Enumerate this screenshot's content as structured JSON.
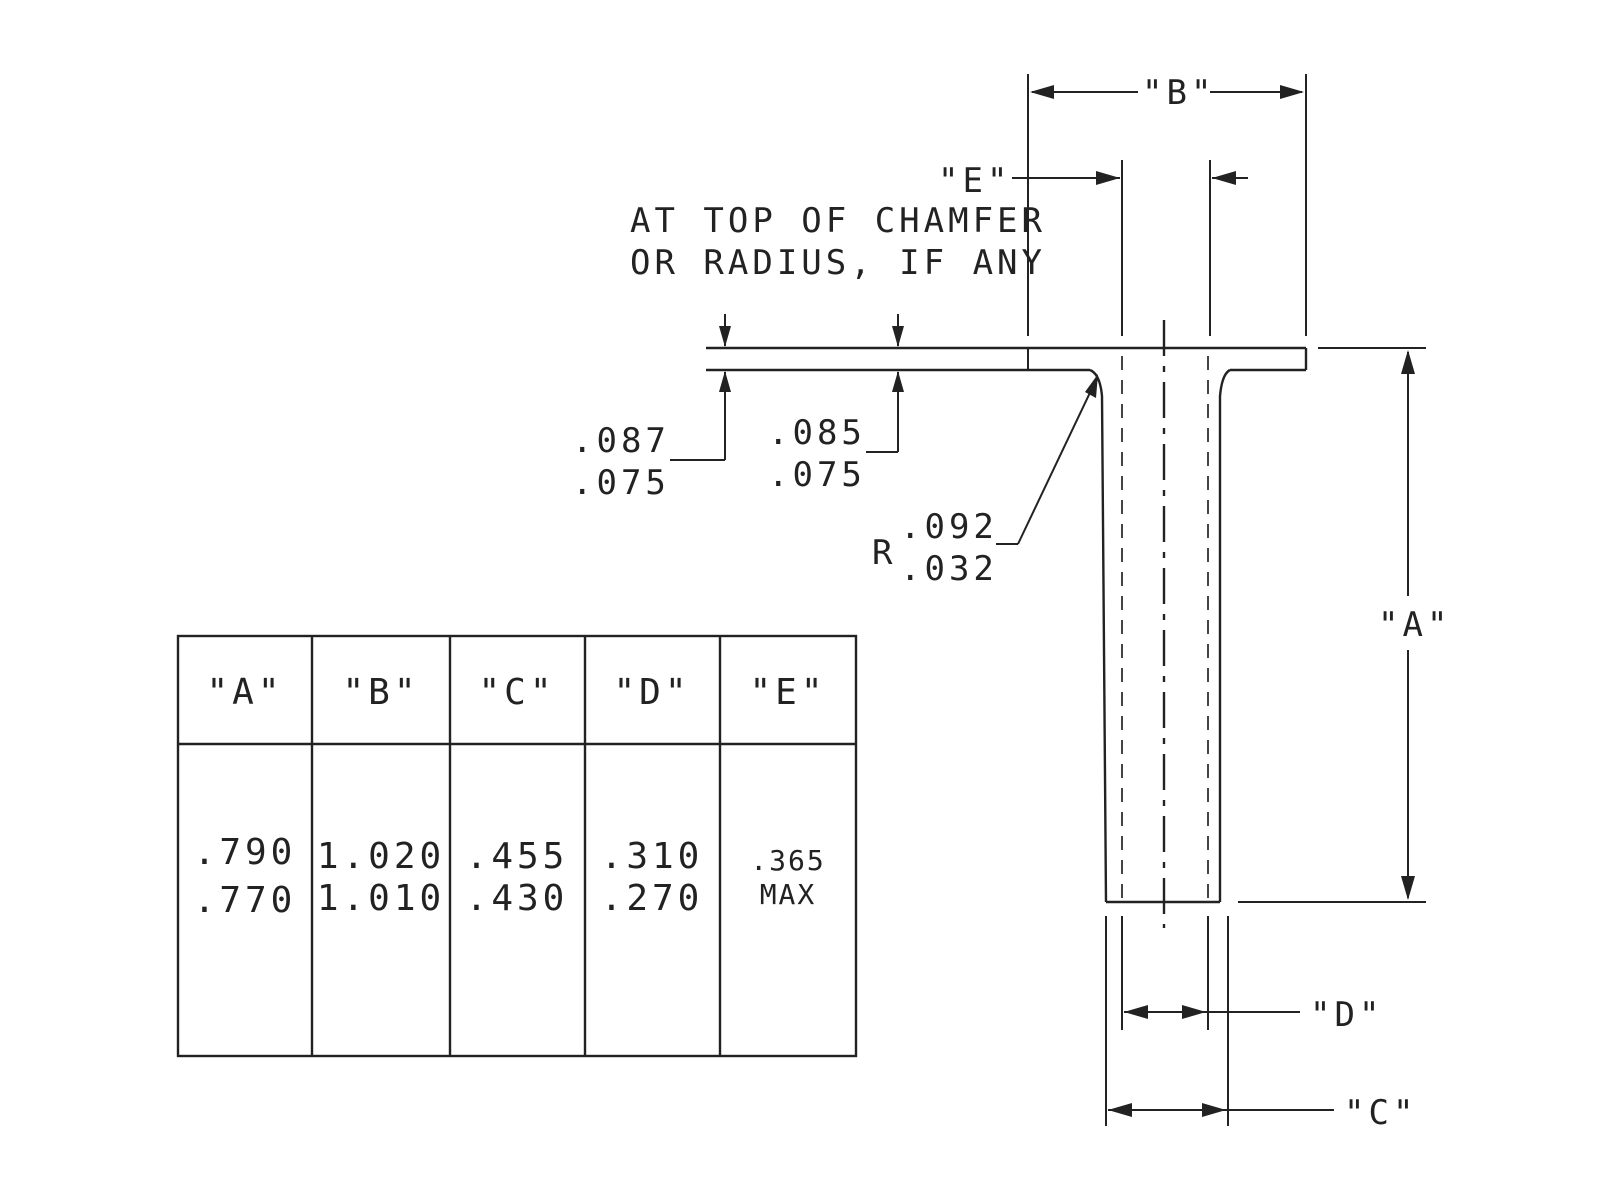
{
  "drawing": {
    "note": [
      "AT TOP OF CHAMFER",
      "OR RADIUS, IF ANY"
    ],
    "labels": {
      "A": "\"A\"",
      "B": "\"B\"",
      "C": "\"C\"",
      "D": "\"D\"",
      "E": "\"E\""
    },
    "flange_thickness_left": [
      ".087",
      ".075"
    ],
    "flange_thickness_right": [
      ".085",
      ".075"
    ],
    "radius": {
      "prefix": "R",
      "values": [
        ".092",
        ".032"
      ]
    }
  },
  "table": {
    "headers": [
      "\"A\"",
      "\"B\"",
      "\"C\"",
      "\"D\"",
      "\"E\""
    ],
    "rows": [
      [
        ".790",
        "1.020",
        ".455",
        ".310",
        ".365"
      ],
      [
        ".770",
        "1.010",
        ".430",
        ".270",
        "MAX"
      ]
    ]
  }
}
